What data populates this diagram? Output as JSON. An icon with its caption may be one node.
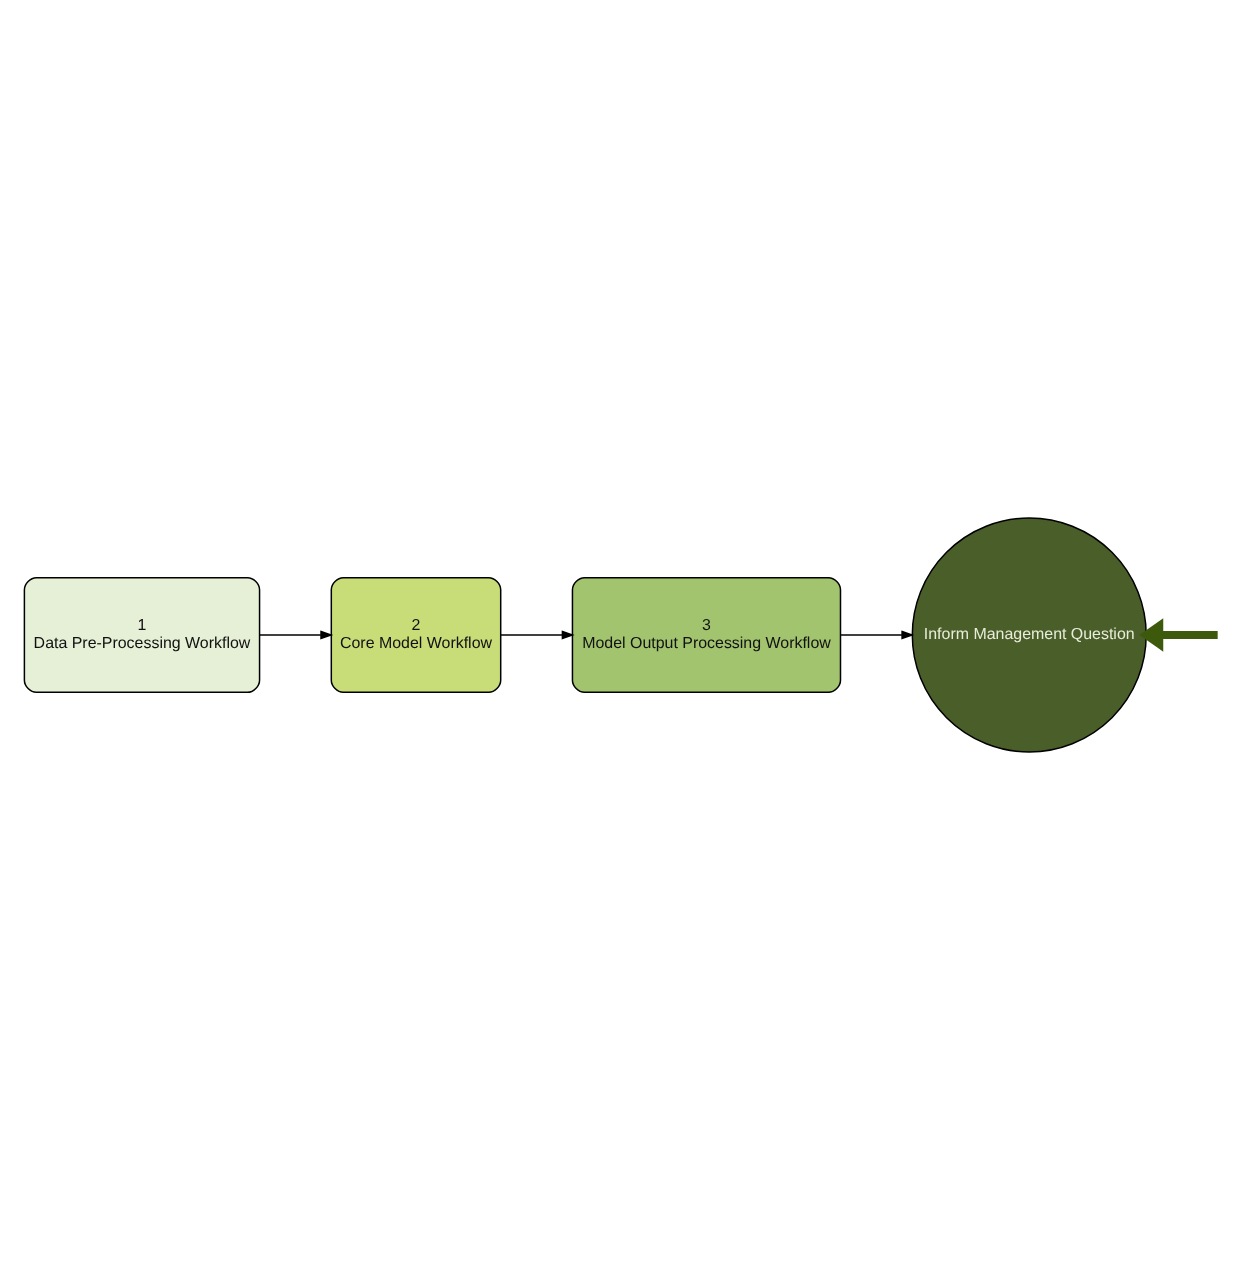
{
  "diagram": {
    "nodes": [
      {
        "text": [
          "1",
          "Data Pre-Processing Workflow"
        ]
      },
      {
        "text": [
          "2",
          "Core Model Workflow"
        ]
      },
      {
        "text": [
          "3",
          "Model Output Processing Workflow"
        ]
      },
      {
        "text": [
          "Inform Management Question"
        ]
      }
    ],
    "edges": [
      {
        "from": 0,
        "to": 1,
        "arrow": "to"
      },
      {
        "from": 1,
        "to": 2,
        "arrow": "to"
      },
      {
        "from": 2,
        "to": 3,
        "arrow": "to"
      },
      {
        "from": null,
        "to": 3,
        "arrow": "to",
        "style": "thick",
        "color": "#3d5a0c"
      }
    ]
  }
}
